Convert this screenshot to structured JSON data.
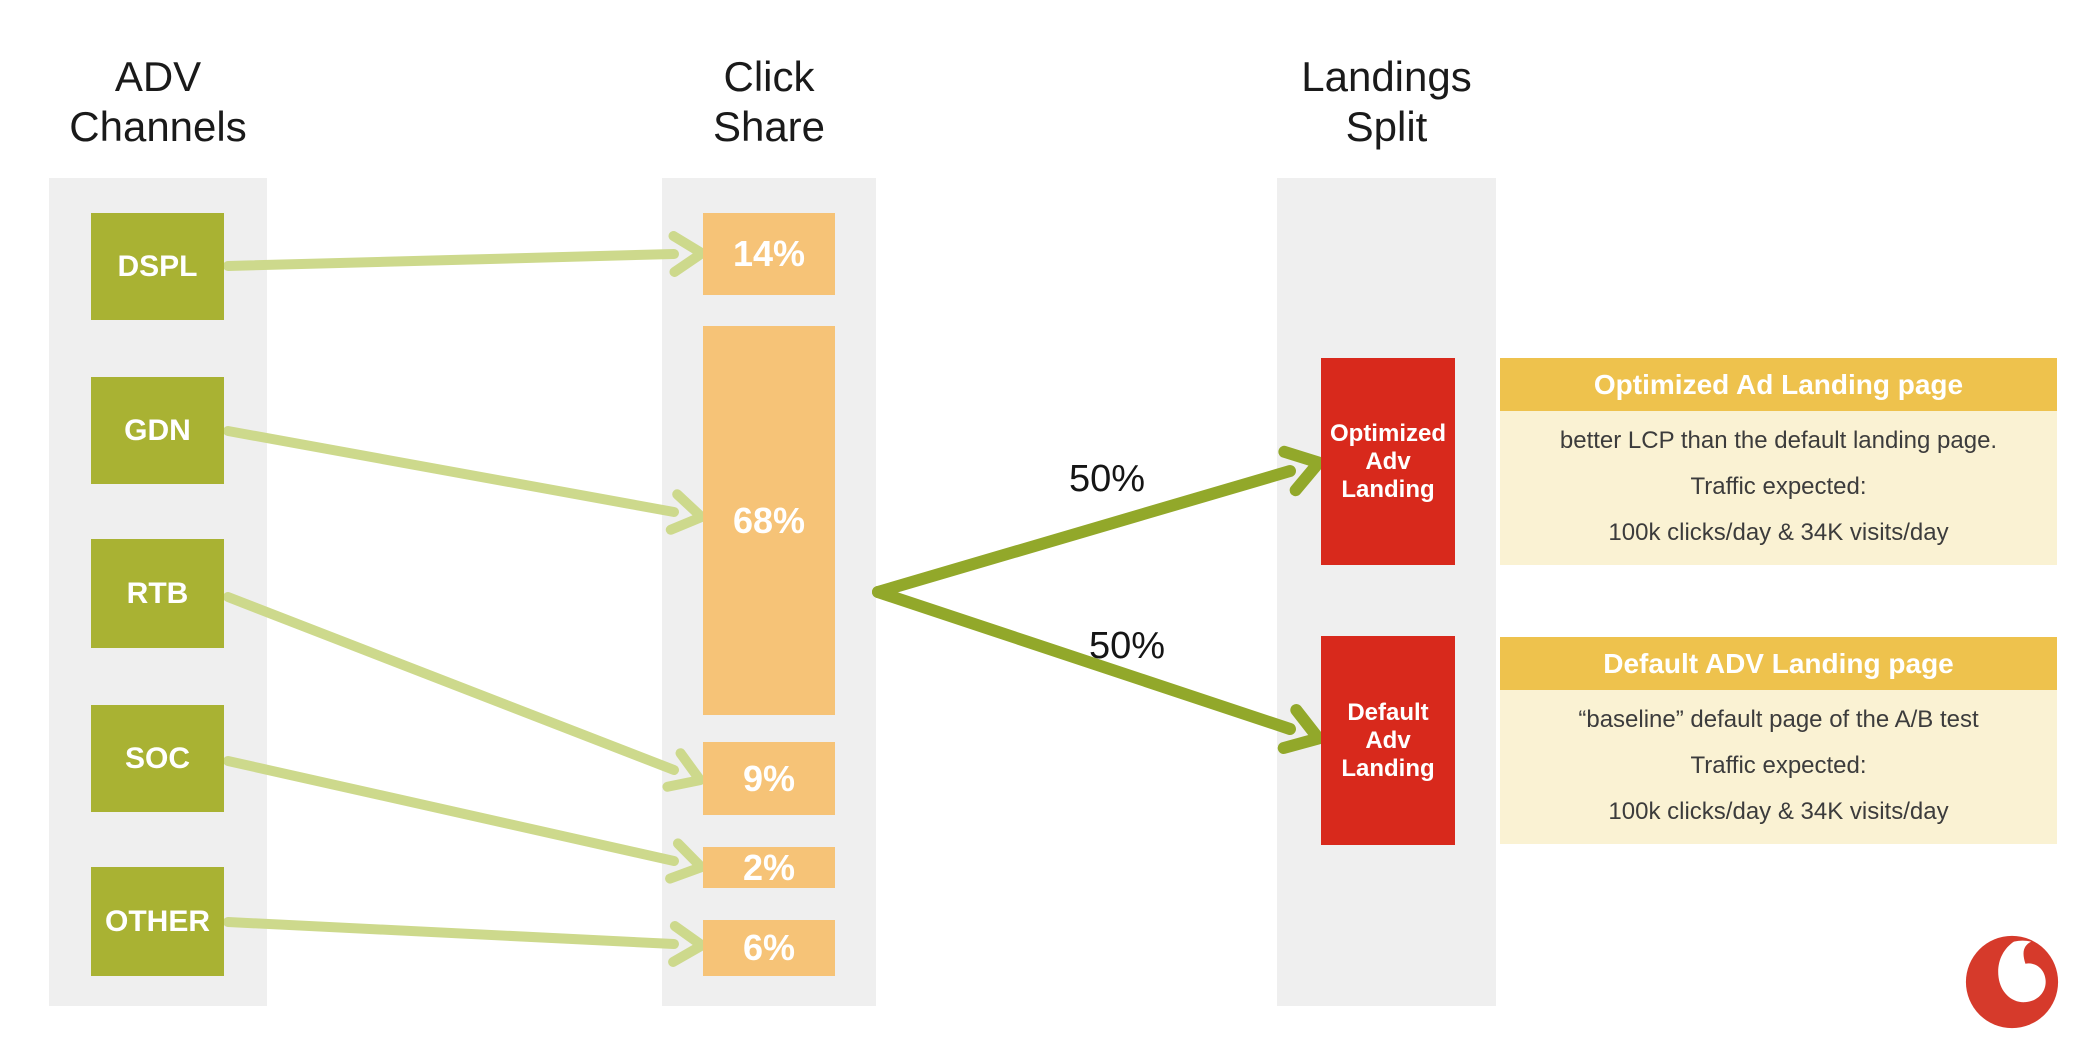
{
  "titles": {
    "channels": {
      "line1": "ADV",
      "line2": "Channels"
    },
    "share": {
      "line1": "Click",
      "line2": "Share"
    },
    "landings": {
      "line1": "Landings",
      "line2": "Split"
    }
  },
  "channels": {
    "items": [
      {
        "label": "DSPL"
      },
      {
        "label": "GDN"
      },
      {
        "label": "RTB"
      },
      {
        "label": "SOC"
      },
      {
        "label": "OTHER"
      }
    ]
  },
  "shares": {
    "items": [
      {
        "label": "14%",
        "value": 14
      },
      {
        "label": "68%",
        "value": 68
      },
      {
        "label": "9%",
        "value": 9
      },
      {
        "label": "2%",
        "value": 2
      },
      {
        "label": "6%",
        "value": 6
      }
    ]
  },
  "split": {
    "labels": [
      "50%",
      "50%"
    ]
  },
  "landings": {
    "boxes": [
      {
        "line1": "Optimized",
        "line2": "Adv",
        "line3": "Landing"
      },
      {
        "line1": "Default",
        "line2": "Adv",
        "line3": "Landing"
      }
    ]
  },
  "cards": [
    {
      "title": "Optimized Ad Landing page",
      "line1": "better LCP than the default landing page.",
      "line2": "Traffic expected:",
      "line3": "100k clicks/day  & 34K visits/day"
    },
    {
      "title": "Default ADV Landing page",
      "line1": "“baseline” default page of the A/B test",
      "line2": "Traffic expected:",
      "line3": "100k clicks/day  & 34K visits/day"
    }
  ],
  "logo": {
    "name": "vodafone-logo"
  },
  "colors": {
    "channel_green": "#a9b233",
    "share_orange": "#f6c377",
    "landing_red": "#d8291c",
    "card_header_gold": "#eec24d",
    "card_body_yellow": "#faf2d3",
    "light_arrow_green": "#cdd98c",
    "dark_arrow_green": "#92a82a",
    "column_gray": "#efefef",
    "logo_red": "#d63a2b"
  }
}
